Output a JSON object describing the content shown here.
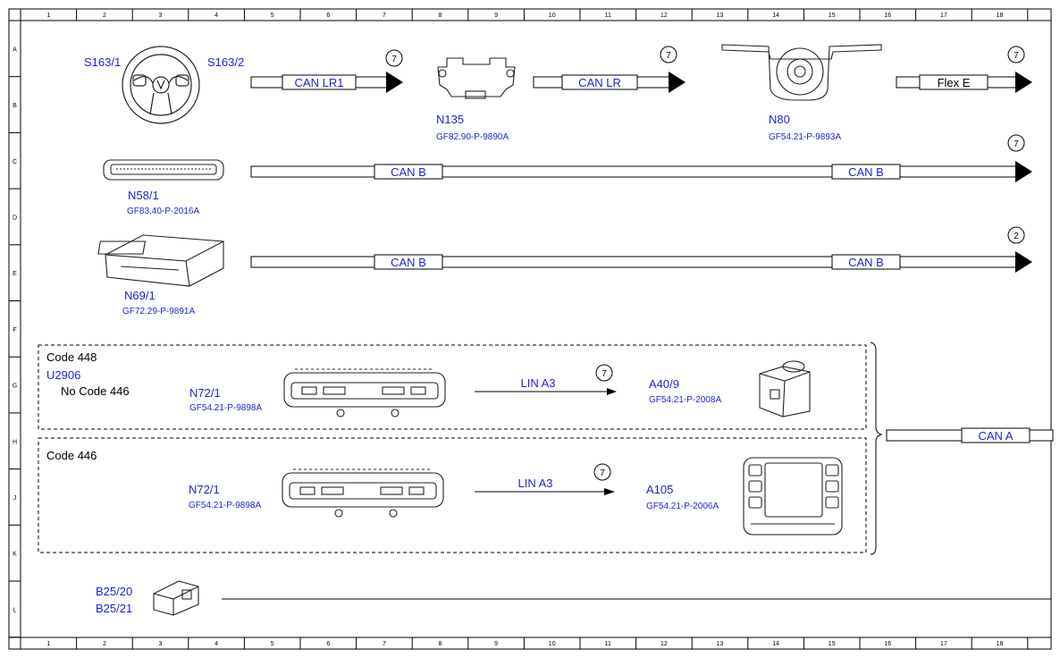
{
  "grid": {
    "columns": [
      "1",
      "2",
      "3",
      "4",
      "5",
      "6",
      "7",
      "8",
      "9",
      "10",
      "11",
      "12",
      "13",
      "14",
      "15",
      "16",
      "17",
      "18"
    ],
    "rows": [
      "A",
      "B",
      "C",
      "D",
      "E",
      "F",
      "G",
      "H",
      "J",
      "K",
      "L"
    ]
  },
  "colors": {
    "component_label": "#1f1fd6",
    "line": "#000000"
  },
  "components": {
    "s163_1": "S163/1",
    "s163_2": "S163/2",
    "n135": {
      "label": "N135",
      "ref": "GF82.90-P-9890A"
    },
    "n80": {
      "label": "N80",
      "ref": "GF54.21-P-9893A"
    },
    "n58_1": {
      "label": "N58/1",
      "ref": "GF83.40-P-2016A"
    },
    "n69_1": {
      "label": "N69/1",
      "ref": "GF72.29-P-9891A"
    },
    "n72_1_top": {
      "label": "N72/1",
      "ref": "GF54.21-P-9898A"
    },
    "a40_9": {
      "label": "A40/9",
      "ref": "GF54.21-P-2008A"
    },
    "n72_1_bottom": {
      "label": "N72/1",
      "ref": "GF54.21-P-9898A"
    },
    "a105": {
      "label": "A105",
      "ref": "GF54.21-P-2006A"
    },
    "b25_20": "B25/20",
    "b25_21": "B25/21"
  },
  "buses": {
    "can_lr1": "CAN LR1",
    "can_lr": "CAN LR",
    "flex_e": "Flex E",
    "can_b_row2_left": "CAN B",
    "can_b_row2_right": "CAN B",
    "can_b_row3_left": "CAN B",
    "can_b_row3_right": "CAN B",
    "lin_a3_top": "LIN A3",
    "lin_a3_bottom": "LIN A3",
    "can_a": "CAN A"
  },
  "page_refs": {
    "ref1": "7",
    "ref2": "7",
    "ref3": "7",
    "ref4": "7",
    "ref5": "2",
    "ref6": "7",
    "ref7": "7"
  },
  "code_groups": {
    "group1": {
      "code": "Code 448",
      "sub1": "U2906",
      "sub2": "No Code 446"
    },
    "group2": {
      "code": "Code 446"
    }
  }
}
